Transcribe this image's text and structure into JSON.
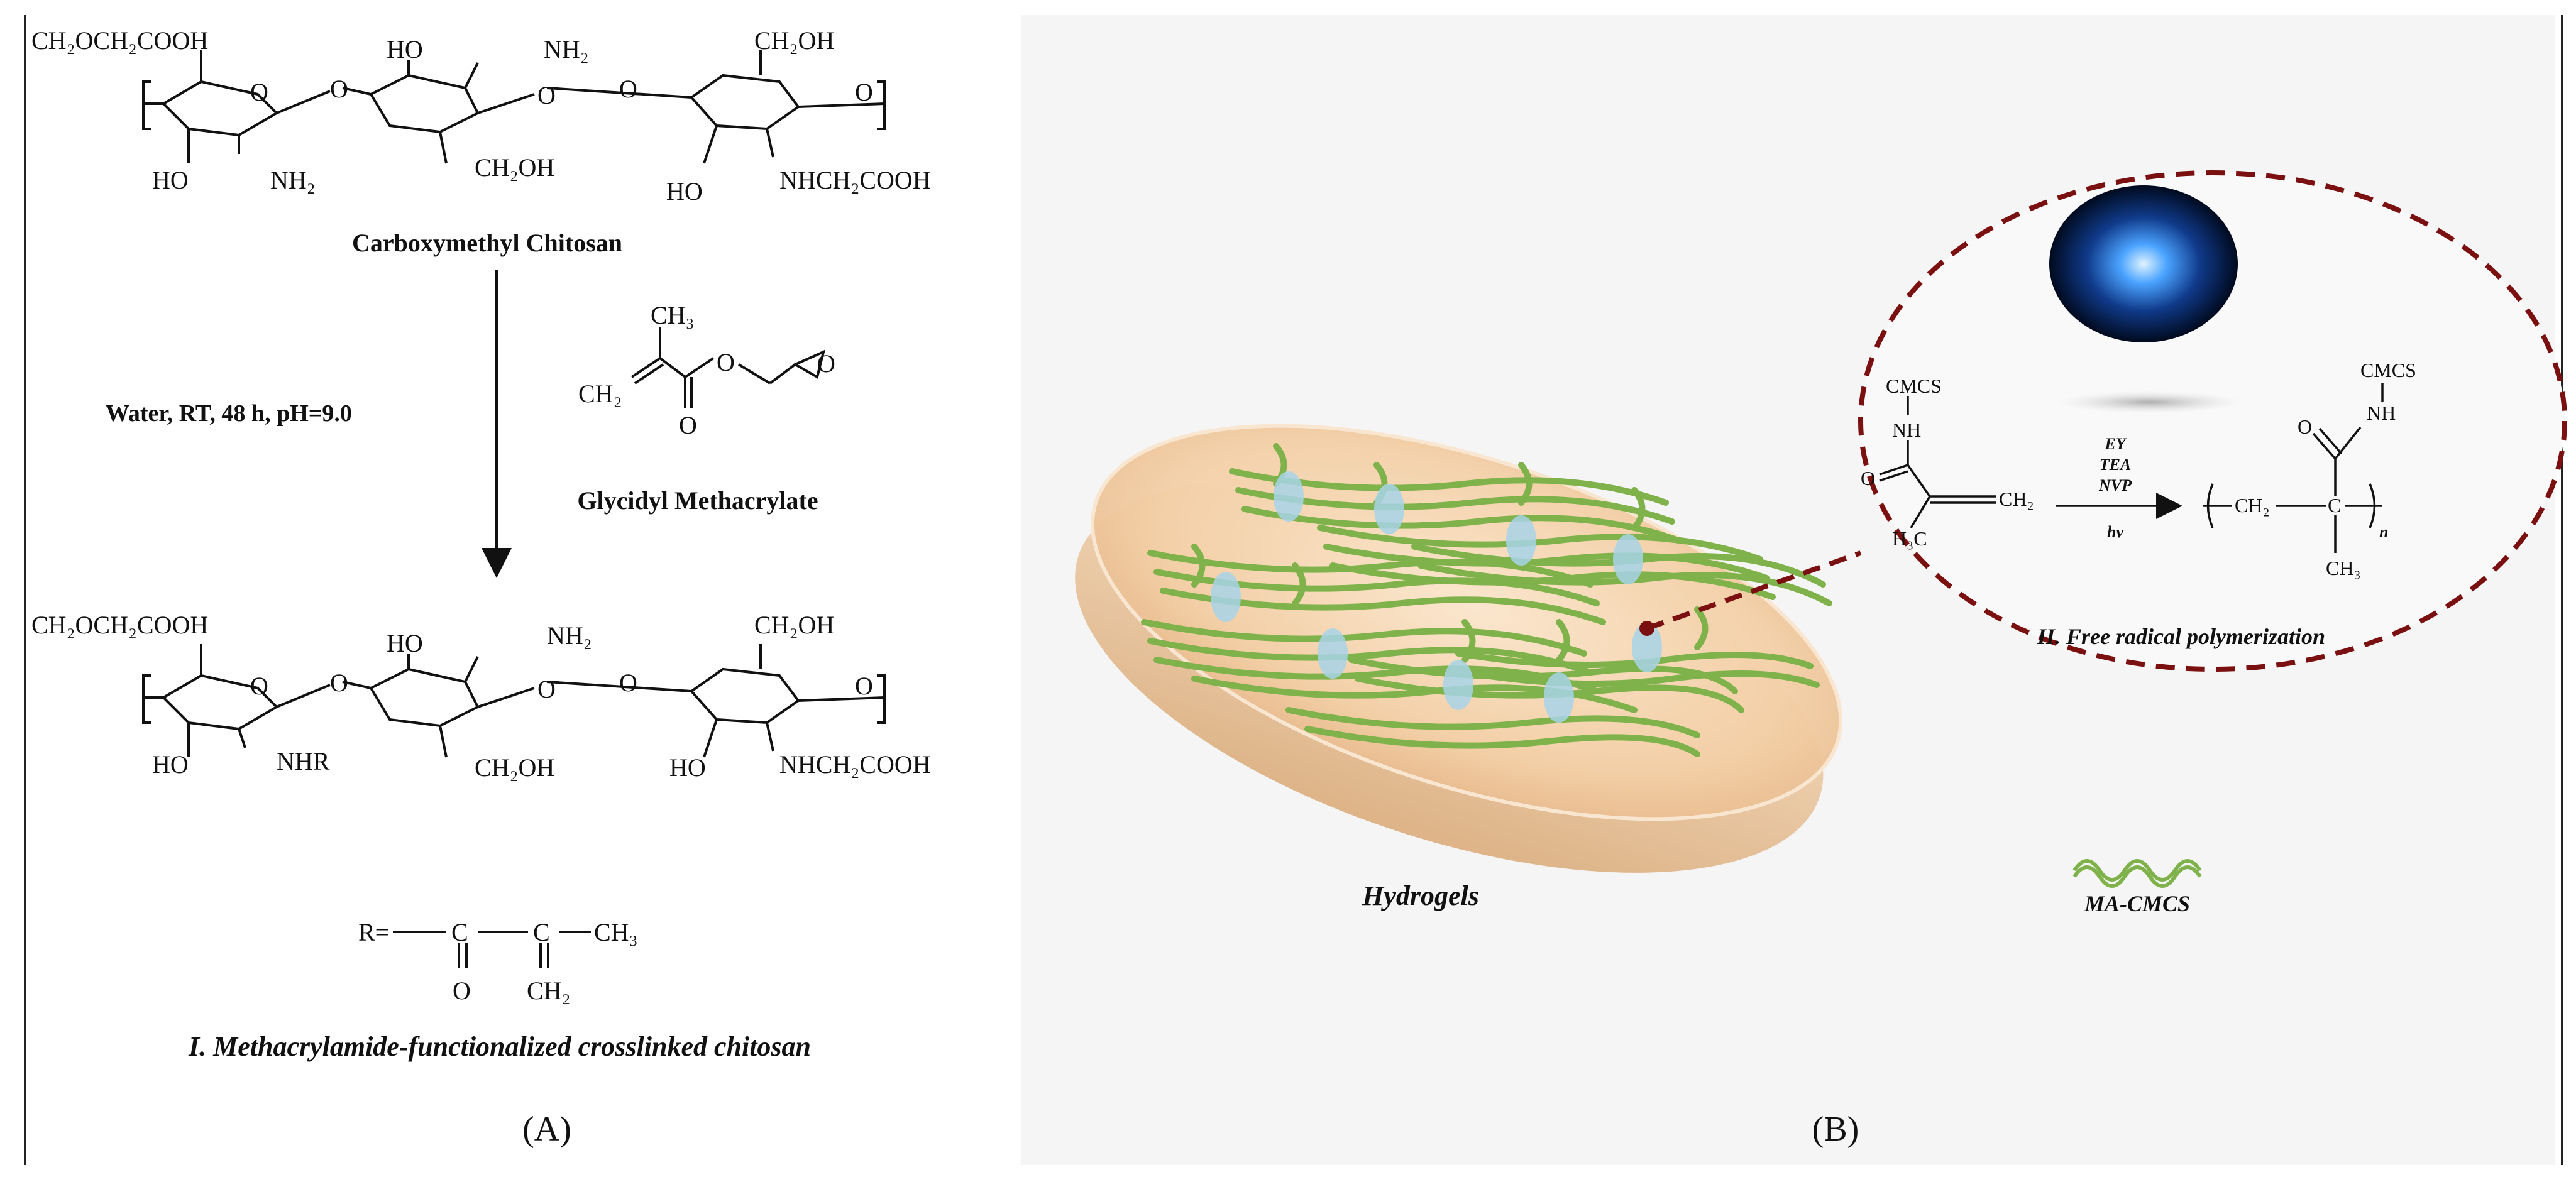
{
  "panel_a": {
    "top_structure": {
      "left_group": "CH₂OCH₂COOH",
      "oh_middle": "HO",
      "nh2_middle": "NH₂",
      "ch2oh_right": "CH₂OH",
      "ho_left": "HO",
      "nh2_left": "NH₂",
      "ch2oh_mid": "CH₂OH",
      "ho_right": "HO",
      "nhch2cooh": "NHCH₂COOH",
      "o": "O"
    },
    "top_label": "Carboxymethyl Chitosan",
    "conditions": "Water, RT, 48 h, pH=9.0",
    "reagent": {
      "ch3": "CH₃",
      "ch2": "CH₂",
      "o": "O",
      "label": "Glycidyl Methacrylate"
    },
    "bottom_structure": {
      "left_group": "CH₂OCH₂COOH",
      "oh_middle": "HO",
      "nh2_middle": "NH₂",
      "ch2oh_right": "CH₂OH",
      "ho_left": "HO",
      "nhr": "NHR",
      "ch2oh_mid": "CH₂OH",
      "ho_right": "HO",
      "nhch2cooh": "NHCH₂COOH"
    },
    "r_group": {
      "r": "R=",
      "c1": "C",
      "c2": "C",
      "ch3": "CH₃",
      "o": "O",
      "ch2": "CH₂"
    },
    "caption": "I. Methacrylamide-functionalized crosslinked chitosan",
    "panel_label": "(A)"
  },
  "panel_b": {
    "hydrogel_label": "Hydrogels",
    "legend_label": "MA-CMCS",
    "zoom": {
      "cmcs_left": "CMCS",
      "nh_left": "NH",
      "o_left": "O",
      "ch2_left": "CH₂",
      "h3c": "H₃C",
      "reagents": [
        "EY",
        "TEA",
        "NVP"
      ],
      "hv": "hv",
      "cmcs_right": "CMCS",
      "nh_right": "NH",
      "o_right": "O",
      "ch2_right": "CH₂",
      "c_right": "C",
      "ch3_right": "CH₃",
      "n": "n",
      "caption": "II. Free radical polymerization"
    },
    "panel_label": "(B)"
  },
  "colors": {
    "zoom_circle": "#7a1010",
    "fiber_green": "#7fb24a",
    "crosslink_blue": "#9fd0e6",
    "disc_orange": "#f2cc9e",
    "light_blue": "#3b7cff"
  }
}
